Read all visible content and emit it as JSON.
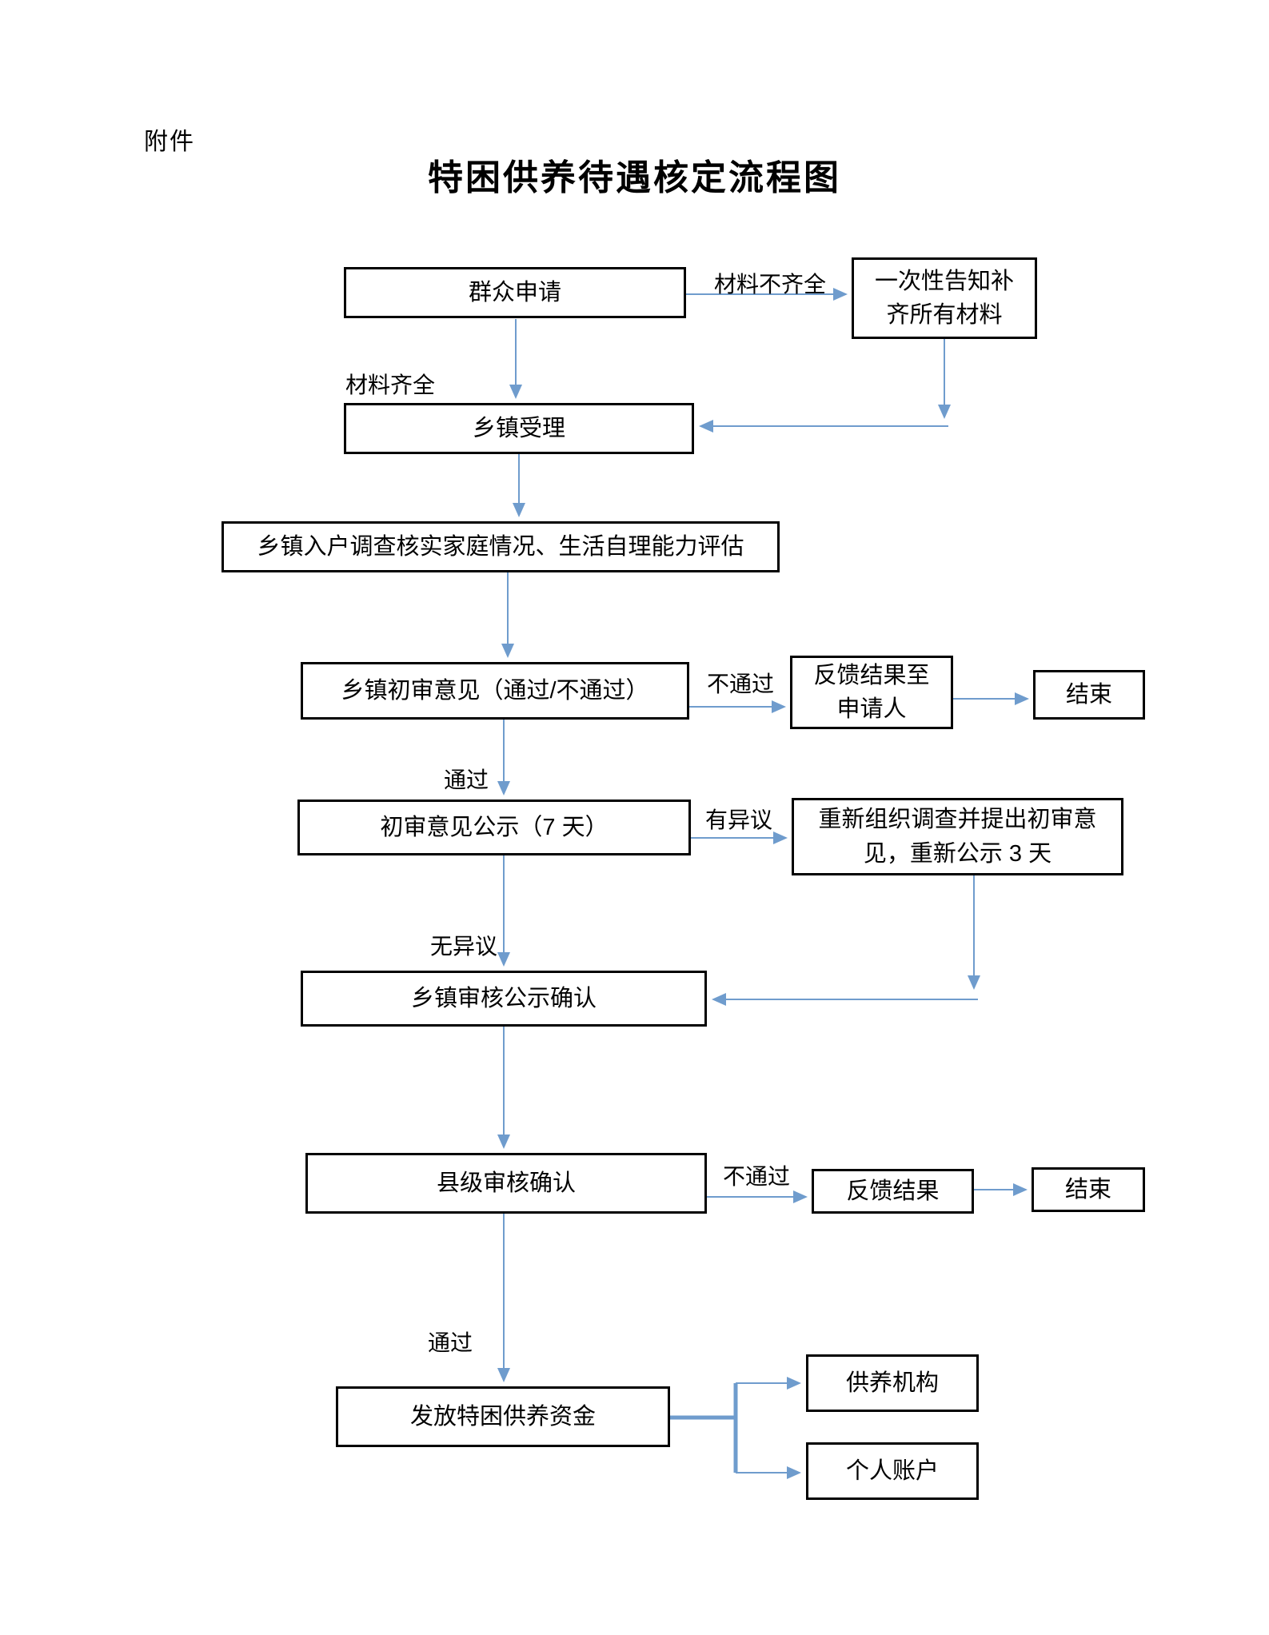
{
  "page": {
    "attachment_label": "附件",
    "title": "特困供养待遇核定流程图"
  },
  "colors": {
    "arrow_blue": "#6f9ccd",
    "box_border": "#000000",
    "background": "#ffffff",
    "text": "#000000"
  },
  "nodes": {
    "apply": {
      "label": "群众申请"
    },
    "notify": {
      "lines": [
        "一次性告知补",
        "齐所有材料"
      ]
    },
    "accept": {
      "label": "乡镇受理"
    },
    "survey": {
      "label": "乡镇入户调查核实家庭情况、生活自理能力评估"
    },
    "initial_review": {
      "label": "乡镇初审意见（通过/不通过）"
    },
    "feedback_applicant": {
      "lines": [
        "反馈结果至",
        "申请人"
      ]
    },
    "end_1": {
      "label": "结束"
    },
    "publicity": {
      "label": "初审意见公示（7 天）"
    },
    "reinvestigate": {
      "lines": [
        "重新组织调查并提出初审意",
        "见，重新公示 3 天"
      ]
    },
    "township_confirm": {
      "label": "乡镇审核公示确认"
    },
    "county_confirm": {
      "label": "县级审核确认"
    },
    "feedback_result": {
      "label": "反馈结果"
    },
    "end_2": {
      "label": "结束"
    },
    "grant_funds": {
      "label": "发放特困供养资金"
    },
    "institution": {
      "label": "供养机构"
    },
    "personal_account": {
      "label": "个人账户"
    }
  },
  "edge_labels": {
    "materials_incomplete": "材料不齐全",
    "materials_complete": "材料齐全",
    "not_pass_1": "不通过",
    "pass_1": "通过",
    "objection": "有异议",
    "no_objection": "无异议",
    "not_pass_2": "不通过",
    "pass_2": "通过"
  }
}
